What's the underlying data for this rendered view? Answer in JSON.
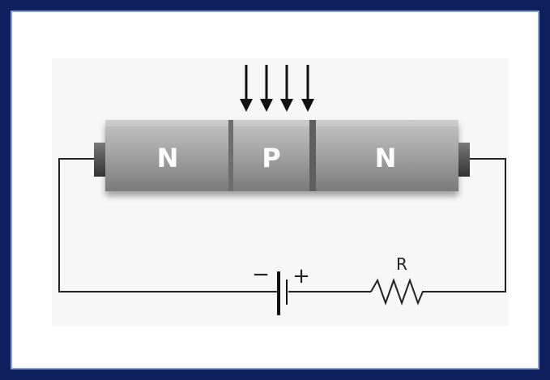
{
  "regions": [
    {
      "label": "N"
    },
    {
      "label": "P"
    },
    {
      "label": "N"
    }
  ],
  "battery": {
    "minus_label": "−",
    "plus_label": "+"
  },
  "resistor": {
    "label": "R"
  },
  "colors": {
    "frame": "#0d1f5c",
    "frame_inner_border": "#8fa3c9",
    "panel": "#f7f7f8",
    "bar_light": "#b2b2b2",
    "bar_dark": "#7e7e7e",
    "wire": "#222222"
  }
}
